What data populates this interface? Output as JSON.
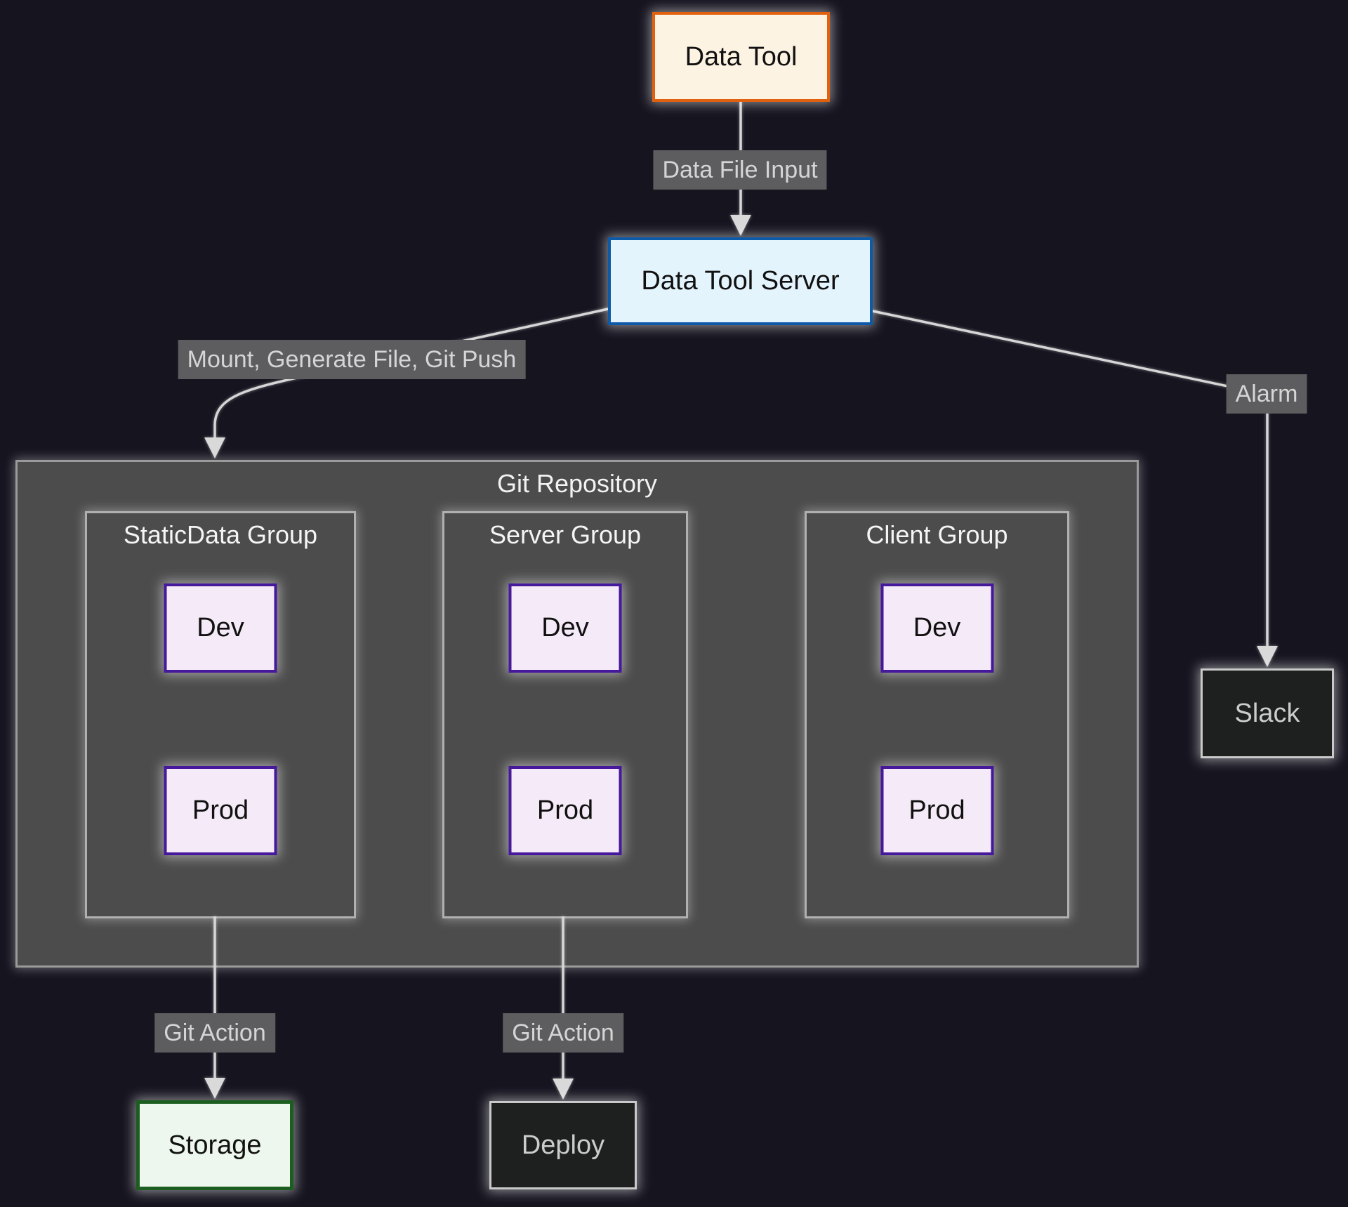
{
  "canvas": {
    "background": "#16141f"
  },
  "nodes": {
    "data_tool": {
      "label": "Data Tool",
      "fill": "#fdf3e3",
      "stroke": "#e2610e",
      "text": "#111111"
    },
    "data_tool_server": {
      "label": "Data Tool Server",
      "fill": "#e4f4fd",
      "stroke": "#0d5ba8",
      "text": "#111111"
    },
    "dev": {
      "label": "Dev",
      "fill": "#f5eaf7",
      "stroke": "#45189c",
      "text": "#111111"
    },
    "prod": {
      "label": "Prod",
      "fill": "#f5eaf7",
      "stroke": "#45189c",
      "text": "#111111"
    },
    "storage": {
      "label": "Storage",
      "fill": "#eef7ee",
      "stroke": "#1b5e20",
      "text": "#111111"
    },
    "deploy": {
      "label": "Deploy",
      "fill": "#1e2020",
      "stroke": "#c9c9c9",
      "text": "#cccccc"
    },
    "slack": {
      "label": "Slack",
      "fill": "#1e2020",
      "stroke": "#c9c9c9",
      "text": "#cccccc"
    }
  },
  "clusters": {
    "git_repository": {
      "label": "Git Repository",
      "fill": "#4c4c4c",
      "stroke": "#9a9a9a",
      "text": "#f2f2f2"
    },
    "staticdata_group": {
      "label": "StaticData Group",
      "fill": "#4c4c4c",
      "stroke": "#b0b0b0",
      "text": "#f5f5f5"
    },
    "server_group": {
      "label": "Server Group",
      "fill": "#4c4c4c",
      "stroke": "#b0b0b0",
      "text": "#f5f5f5"
    },
    "client_group": {
      "label": "Client Group",
      "fill": "#4c4c4c",
      "stroke": "#b0b0b0",
      "text": "#f5f5f5"
    }
  },
  "edge_labels": {
    "data_file_input": "Data File Input",
    "mount_generate_push": "Mount, Generate File, Git Push",
    "alarm": "Alarm",
    "git_action_storage": "Git Action",
    "git_action_deploy": "Git Action"
  },
  "edge_style": {
    "line_color": "#d6d6d6",
    "arrow_fill": "#d9d9d9",
    "label_bg": "#5d5d5f",
    "label_text": "#d5d5d5"
  }
}
